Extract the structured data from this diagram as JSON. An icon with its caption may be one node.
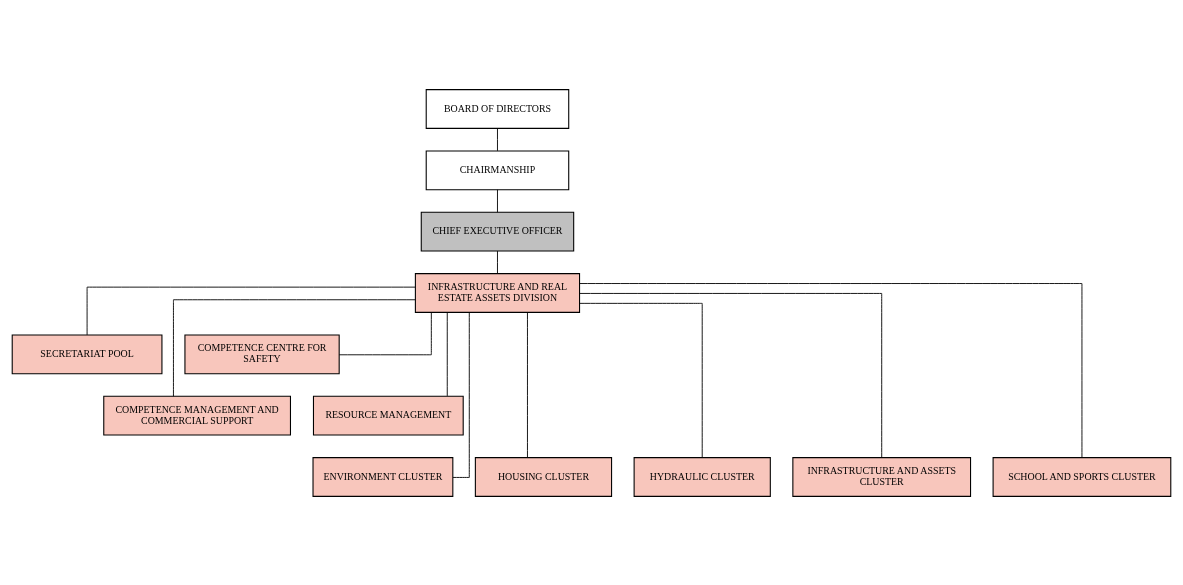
{
  "diagram": {
    "nodes": [
      {
        "text": [
          "BOARD OF DIRECTORS"
        ]
      },
      {
        "text": [
          "CHAIRMANSHIP"
        ]
      },
      {
        "text": [
          "CHIEF EXECUTIVE OFFICER"
        ]
      },
      {
        "text": [
          "INFRASTRUCTURE AND REAL ESTATE ASSETS DIVISION"
        ]
      },
      {
        "text": [
          "SECRETARIAT POOL"
        ]
      },
      {
        "text": [
          "COMPETENCE CENTRE FOR SAFETY"
        ]
      },
      {
        "text": [
          "COMPETENCE MANAGEMENT AND COMMERCIAL SUPPORT"
        ]
      },
      {
        "text": [
          "RESOURCE MANAGEMENT"
        ]
      },
      {
        "text": [
          "ENVIRONMENT CLUSTER"
        ]
      },
      {
        "text": [
          "HOUSING CLUSTER"
        ]
      },
      {
        "text": [
          "HYDRAULIC CLUSTER"
        ]
      },
      {
        "text": [
          "INFRASTRUCTURE AND ASSETS CLUSTER"
        ]
      },
      {
        "text": [
          "SCHOOL AND SPORTS CLUSTER"
        ]
      }
    ],
    "edges": [
      {
        "from": 0,
        "to": 1,
        "arrow": "none"
      },
      {
        "from": 1,
        "to": 2,
        "arrow": "none"
      },
      {
        "from": 2,
        "to": 3,
        "arrow": "none"
      },
      {
        "from": 3,
        "to": 4,
        "arrow": "none"
      },
      {
        "from": 3,
        "to": 5,
        "arrow": "none"
      },
      {
        "from": 3,
        "to": 6,
        "arrow": "none"
      },
      {
        "from": 3,
        "to": 7,
        "arrow": "none"
      },
      {
        "from": 3,
        "to": 8,
        "arrow": "none"
      },
      {
        "from": 3,
        "to": 9,
        "arrow": "none"
      },
      {
        "from": 3,
        "to": 10,
        "arrow": "none"
      },
      {
        "from": 3,
        "to": 11,
        "arrow": "none"
      },
      {
        "from": 3,
        "to": 12,
        "arrow": "none"
      }
    ]
  }
}
